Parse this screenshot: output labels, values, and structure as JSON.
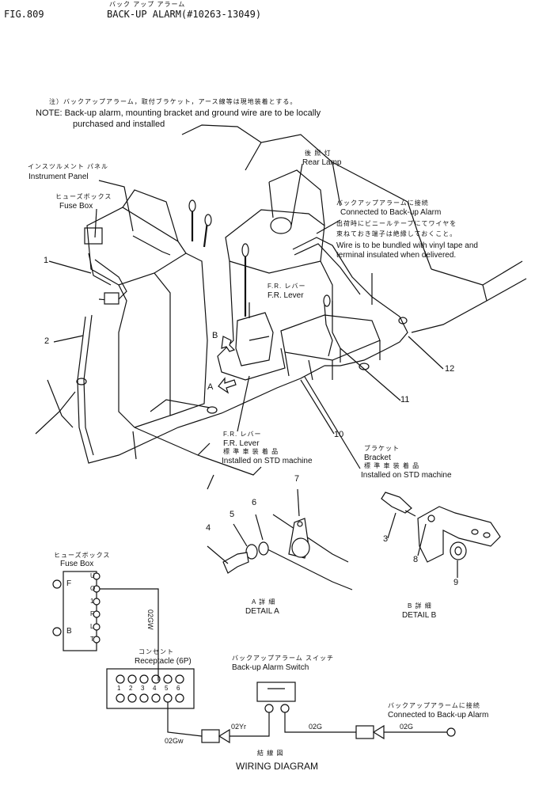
{
  "header": {
    "fig_no": "FIG.809",
    "title_jp": "バック アップ アラーム",
    "title_en": "BACK-UP ALARM(#10263-13049)"
  },
  "note": {
    "jp": "注）バックアップアラーム，取付ブラケット，アース線等は現地装着とする。",
    "en_line1": "NOTE: Back-up alarm, mounting bracket and ground wire are to be locally",
    "en_line2": "purchased and installed"
  },
  "labels": {
    "instrument_panel_jp": "インスツルメント パネル",
    "instrument_panel_en": "Instrument Panel",
    "fuse_box_jp": "ヒューズボックス",
    "fuse_box_en": "Fuse Box",
    "rear_lamp_jp": "後 照 灯",
    "rear_lamp_en": "Rear Lamp",
    "connected_jp": "バックアップアラームに接続",
    "connected_en": "Connected to Back-up Alarm",
    "bundled_jp1": "出荷時にビニールテープにてワイヤを",
    "bundled_jp2": "束ねておき端子は絶縁しておくこと。",
    "bundled_en1": "Wire is to be bundled with vinyl tape and",
    "bundled_en2": "terminal insulated when delivered.",
    "fr_lever_jp": "F.R. レバー",
    "fr_lever_en": "F.R. Lever",
    "fr_lever2_jp": "F.R. レバー",
    "fr_lever2_en": "F.R. Lever",
    "std_jp": "標 準 車 装 着 品",
    "std_en": "Installed on STD machine",
    "bracket_jp": "ブラケット",
    "bracket_en": "Bracket",
    "std2_jp": "標 準 車 装 着 品",
    "std2_en": "Installed on STD machine",
    "view_b": "B",
    "view_a": "A",
    "detail_a_jp": "A 詳 細",
    "detail_a_en": "DETAIL A",
    "detail_b_jp": "B 詳 細",
    "detail_b_en": "DETAIL B"
  },
  "callouts": [
    "1",
    "2",
    "3",
    "4",
    "5",
    "6",
    "7",
    "8",
    "9",
    "10",
    "11",
    "12"
  ],
  "wiring": {
    "fuse_box_jp": "ヒューズボックス",
    "fuse_box_en": "Fuse Box",
    "fuse_left": [
      "F",
      "B"
    ],
    "fuse_right": [
      "U",
      "O",
      "1",
      "R",
      "L",
      "T"
    ],
    "wire_02gw_v": "02GW",
    "receptacle_jp": "コンセント",
    "receptacle_en": "Receptacle (6P)",
    "receptacle_pins": [
      "1",
      "2",
      "3",
      "4",
      "5",
      "6"
    ],
    "switch_jp": "バックアップアラーム スイッチ",
    "switch_en": "Back-up Alarm Switch",
    "connected_jp": "バックアップアラームに接続",
    "connected_en": "Connected to Back-up Alarm",
    "wire_02gw": "02Gw",
    "wire_02yr": "02Yr",
    "wire_02g_a": "02G",
    "wire_02g_b": "02G",
    "title_jp": "結 線 図",
    "title_en": "WIRING DIAGRAM"
  }
}
